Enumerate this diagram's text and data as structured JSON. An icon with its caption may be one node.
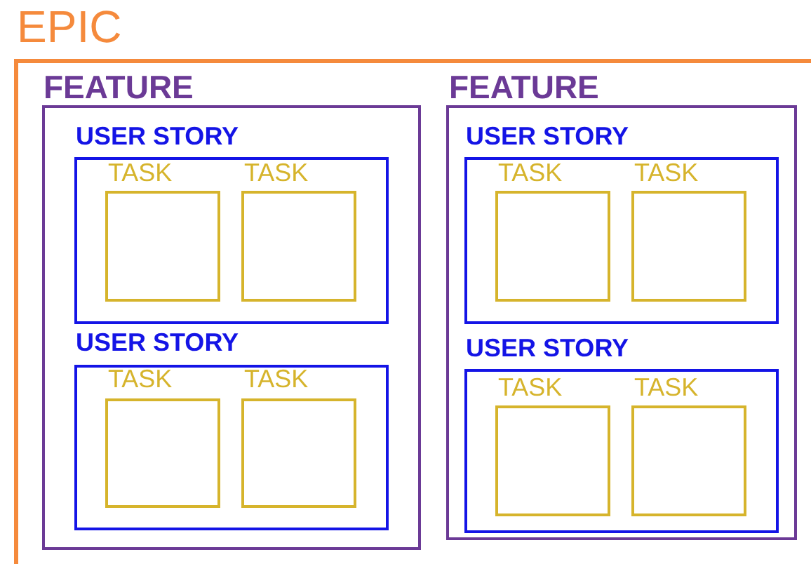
{
  "diagram": {
    "nodes": [
      {
        "text": [
          "EPIC"
        ]
      },
      {
        "text": [
          "FEATURE"
        ],
        "in": 0
      },
      {
        "text": [
          "USER STORY"
        ],
        "in": 1
      },
      {
        "text": [
          "TASK"
        ],
        "in": 2
      },
      {
        "text": [
          "TASK"
        ],
        "in": 2
      },
      {
        "text": [
          "USER STORY"
        ],
        "in": 1
      },
      {
        "text": [
          "TASK"
        ],
        "in": 5
      },
      {
        "text": [
          "TASK"
        ],
        "in": 5
      },
      {
        "text": [
          "FEATURE"
        ],
        "in": 0
      },
      {
        "text": [
          "USER STORY"
        ],
        "in": 8
      },
      {
        "text": [
          "TASK"
        ],
        "in": 9
      },
      {
        "text": [
          "TASK"
        ],
        "in": 9
      },
      {
        "text": [
          "USER STORY"
        ],
        "in": 8
      },
      {
        "text": [
          "TASK"
        ],
        "in": 12
      },
      {
        "text": [
          "TASK"
        ],
        "in": 12
      }
    ]
  }
}
